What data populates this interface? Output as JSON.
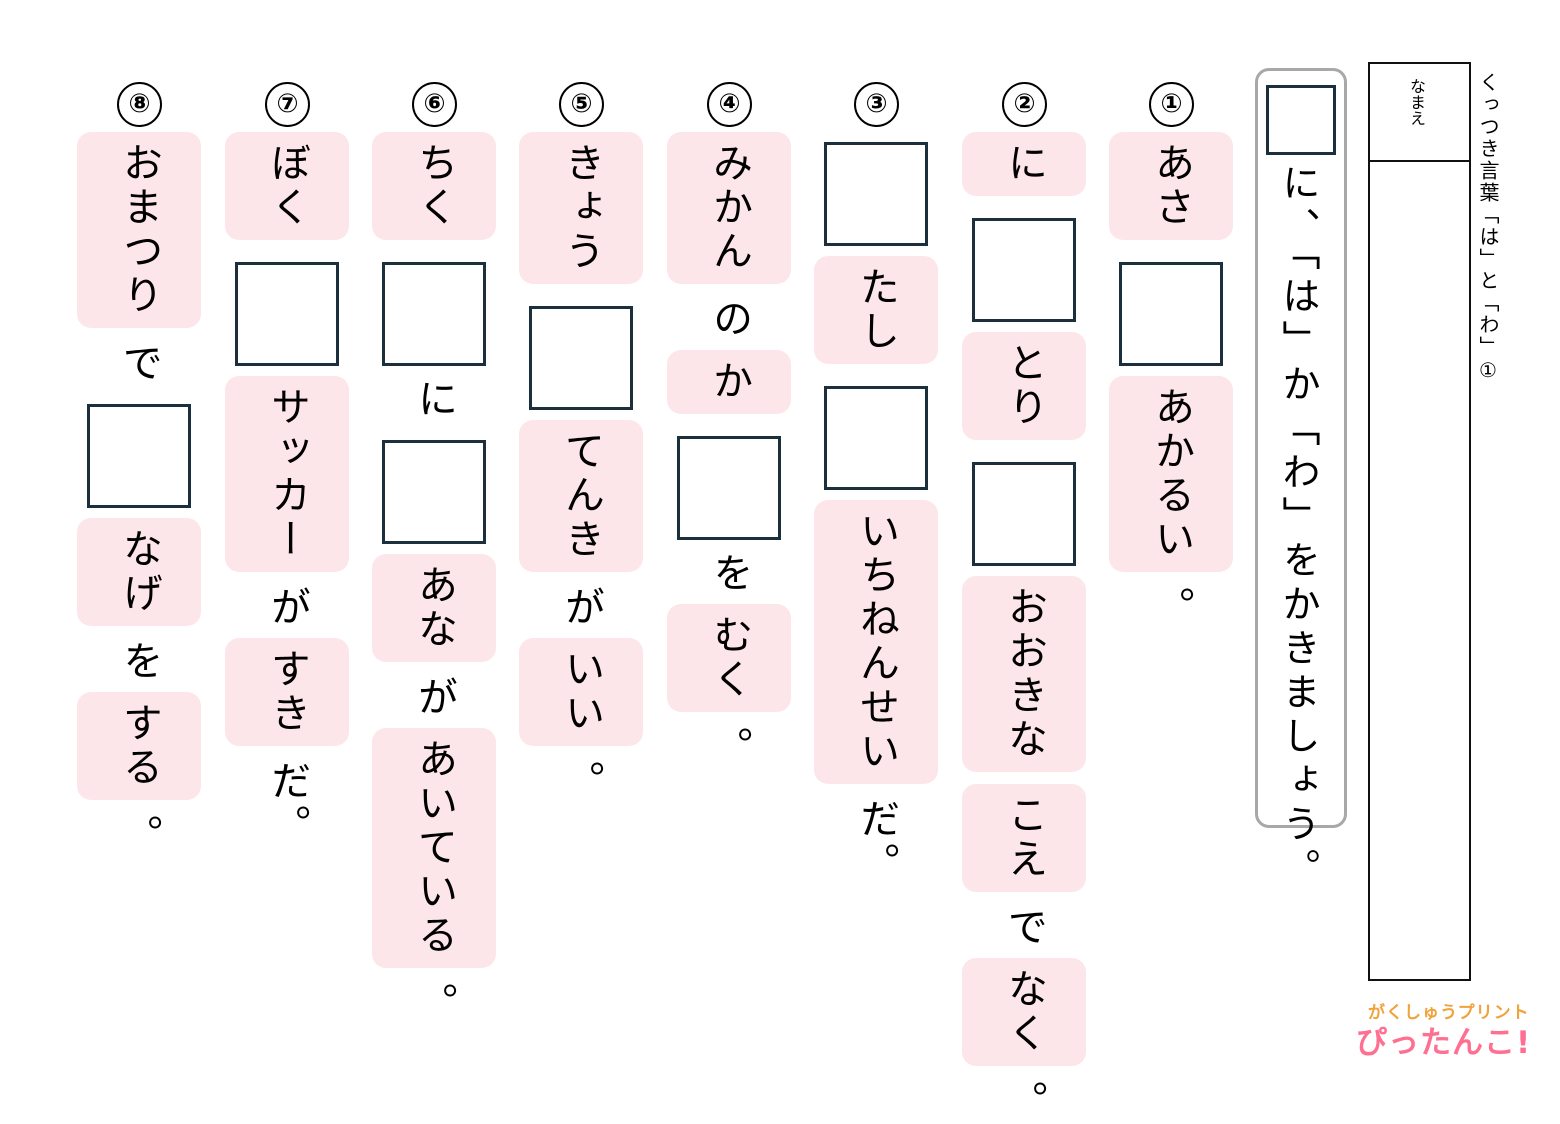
{
  "worksheet": {
    "title": "くっつき言葉「は」と「わ」①",
    "name_label": "なまえ"
  },
  "instruction": {
    "text": "に、「は」か「わ」をかきましょう。"
  },
  "questions": [
    {
      "number": "①",
      "segments": [
        {
          "type": "pill",
          "text": "あさ"
        },
        {
          "type": "box"
        },
        {
          "type": "pill",
          "text": "あかるい"
        },
        {
          "type": "text",
          "text": "。"
        }
      ]
    },
    {
      "number": "②",
      "segments": [
        {
          "type": "pill",
          "text": "に"
        },
        {
          "type": "box"
        },
        {
          "type": "pill",
          "text": "とり"
        },
        {
          "type": "box"
        },
        {
          "type": "pill",
          "text": "おおきな"
        },
        {
          "type": "pill",
          "text": "こえ"
        },
        {
          "type": "text",
          "text": "で"
        },
        {
          "type": "pill",
          "text": "なく"
        },
        {
          "type": "text",
          "text": "。"
        }
      ]
    },
    {
      "number": "③",
      "segments": [
        {
          "type": "box"
        },
        {
          "type": "pill",
          "text": "たし"
        },
        {
          "type": "box"
        },
        {
          "type": "pill",
          "text": "いちねんせい"
        },
        {
          "type": "text",
          "text": "だ。"
        }
      ]
    },
    {
      "number": "④",
      "segments": [
        {
          "type": "pill",
          "text": "みかん"
        },
        {
          "type": "text",
          "text": "の"
        },
        {
          "type": "pill",
          "text": "か"
        },
        {
          "type": "box"
        },
        {
          "type": "text",
          "text": "を"
        },
        {
          "type": "pill",
          "text": "むく"
        },
        {
          "type": "text",
          "text": "。"
        }
      ]
    },
    {
      "number": "⑤",
      "segments": [
        {
          "type": "pill",
          "text": "きょう"
        },
        {
          "type": "box"
        },
        {
          "type": "pill",
          "text": "てんき"
        },
        {
          "type": "text",
          "text": "が"
        },
        {
          "type": "pill",
          "text": "いい"
        },
        {
          "type": "text",
          "text": "。"
        }
      ]
    },
    {
      "number": "⑥",
      "segments": [
        {
          "type": "pill",
          "text": "ちく"
        },
        {
          "type": "box"
        },
        {
          "type": "text",
          "text": "に"
        },
        {
          "type": "box"
        },
        {
          "type": "pill",
          "text": "あな"
        },
        {
          "type": "text",
          "text": "が"
        },
        {
          "type": "pill",
          "text": "あいている"
        },
        {
          "type": "text",
          "text": "。"
        }
      ]
    },
    {
      "number": "⑦",
      "segments": [
        {
          "type": "pill",
          "text": "ぼく"
        },
        {
          "type": "box"
        },
        {
          "type": "pill",
          "text": "サッカー"
        },
        {
          "type": "text",
          "text": "が"
        },
        {
          "type": "pill",
          "text": "すき"
        },
        {
          "type": "text",
          "text": "だ。"
        }
      ]
    },
    {
      "number": "⑧",
      "segments": [
        {
          "type": "pill",
          "text": "おまつり"
        },
        {
          "type": "text",
          "text": "で"
        },
        {
          "type": "box"
        },
        {
          "type": "pill",
          "text": "なげ"
        },
        {
          "type": "text",
          "text": "を"
        },
        {
          "type": "pill",
          "text": "する"
        },
        {
          "type": "text",
          "text": "。"
        }
      ]
    }
  ],
  "logo": {
    "top": "がくしゅうプリント",
    "main": "ぴったんこ!"
  },
  "colors": {
    "pill": "#fde6ea",
    "box_border": "#1c2f3d",
    "instruction_border": "#a8a8a8"
  }
}
